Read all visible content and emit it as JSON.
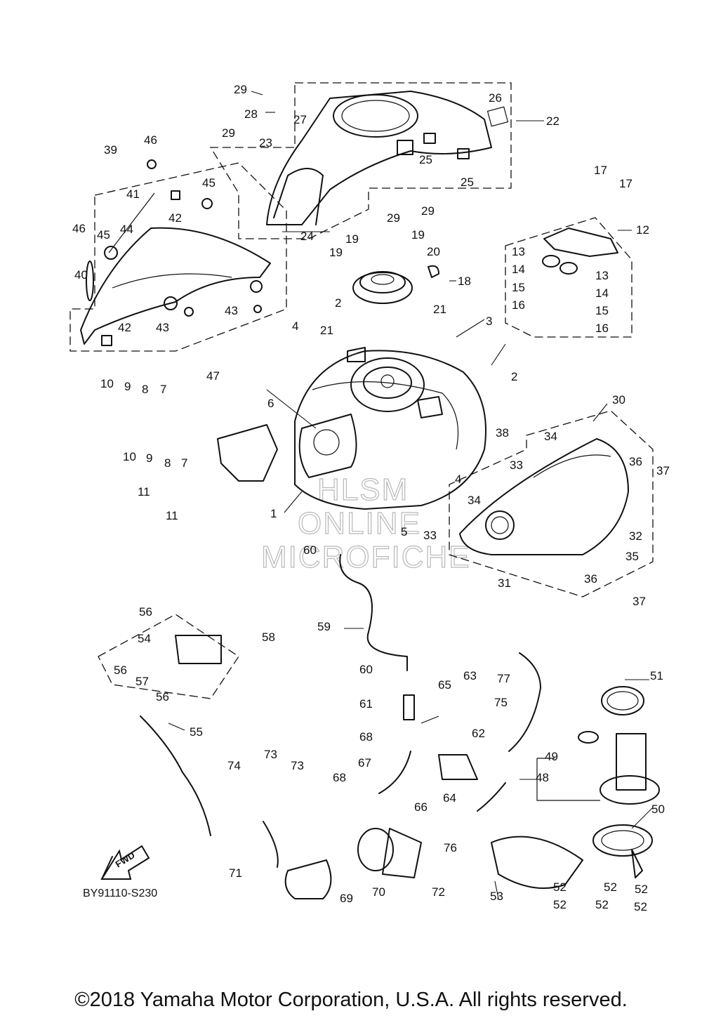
{
  "diagram": {
    "code": "BY91110-S230",
    "copyright": "©2018 Yamaha Motor Corporation, U.S.A. All rights reserved.",
    "direction_label": "FWD",
    "watermark": [
      "HLSM",
      "ONLINE",
      "MICROFICHE"
    ],
    "part_labels": [
      "1",
      "2",
      "2",
      "3",
      "4",
      "4",
      "5",
      "6",
      "7",
      "7",
      "8",
      "8",
      "9",
      "9",
      "10",
      "10",
      "11",
      "11",
      "12",
      "13",
      "13",
      "14",
      "14",
      "15",
      "15",
      "16",
      "16",
      "17",
      "17",
      "18",
      "19",
      "19",
      "19",
      "20",
      "21",
      "21",
      "22",
      "23",
      "24",
      "25",
      "25",
      "26",
      "27",
      "28",
      "29",
      "29",
      "29",
      "29",
      "30",
      "31",
      "32",
      "33",
      "33",
      "34",
      "34",
      "35",
      "36",
      "36",
      "37",
      "37",
      "38",
      "39",
      "40",
      "41",
      "42",
      "42",
      "43",
      "43",
      "44",
      "45",
      "45",
      "46",
      "46",
      "47",
      "48",
      "49",
      "50",
      "51",
      "52",
      "52",
      "52",
      "52",
      "52",
      "52",
      "53",
      "54",
      "55",
      "56",
      "56",
      "56",
      "57",
      "58",
      "59",
      "60",
      "60",
      "61",
      "62",
      "63",
      "64",
      "65",
      "66",
      "67",
      "68",
      "68",
      "69",
      "70",
      "71",
      "72",
      "73",
      "73",
      "74",
      "75",
      "76",
      "77"
    ]
  }
}
